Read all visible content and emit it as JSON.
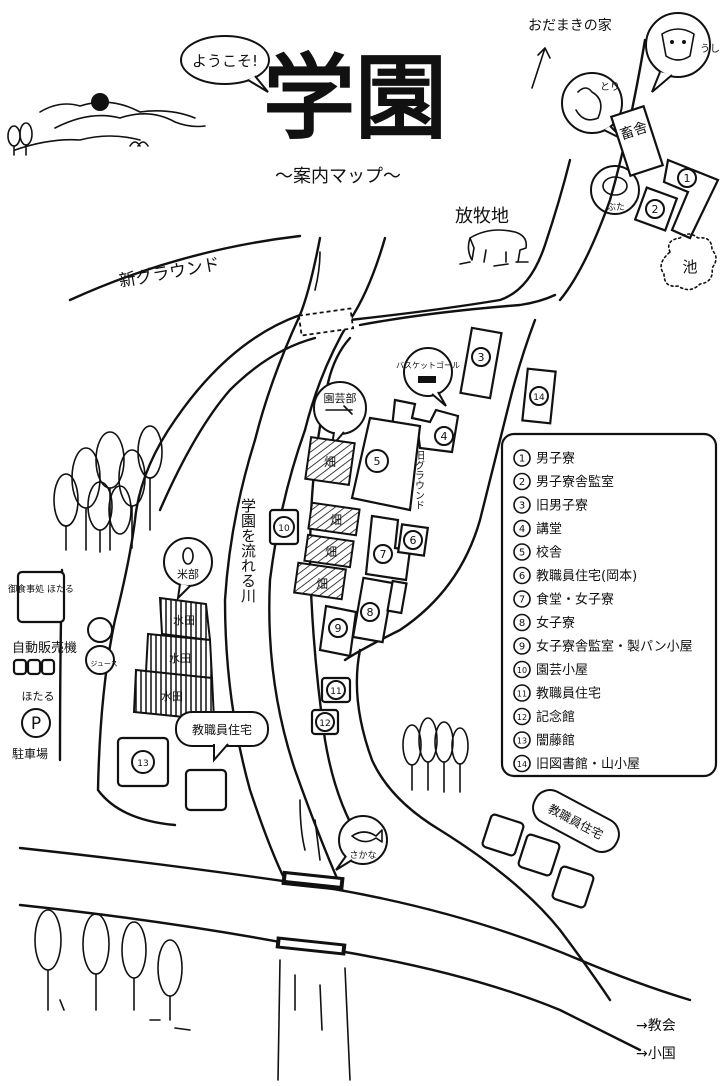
{
  "header": {
    "welcome": "ようこそ!",
    "title": "学園",
    "subtitle": "〜案内マップ〜"
  },
  "places": {
    "odamaki": "おだまきの家",
    "new_ground": "新グラウンド",
    "pasture": "放牧地",
    "barn": "畜舎",
    "pond": "池",
    "cow": "うし",
    "chicken": "とり",
    "pig": "ぶた",
    "river": "学園を流れる川",
    "basketball": "バスケットゴール",
    "gardening": "園芸部",
    "old_ground": "旧グラウンド",
    "field": "畑",
    "rice_club": "米部",
    "paddy": "水田",
    "staff_housing": "教職員住宅",
    "fish": "さかな",
    "shop_hotaru": "御食事処 ほたる",
    "vending": "自動販売機",
    "juice": "ジュース",
    "hotaru_sign": "ほたる",
    "parking_p": "P",
    "parking": "駐車場",
    "church": "→教会",
    "school": "→小国"
  },
  "legend": [
    {
      "num": "1",
      "label": "男子寮"
    },
    {
      "num": "2",
      "label": "男子寮舎監室"
    },
    {
      "num": "3",
      "label": "旧男子寮"
    },
    {
      "num": "4",
      "label": "講堂"
    },
    {
      "num": "5",
      "label": "校舎"
    },
    {
      "num": "6",
      "label": "教職員住宅(岡本)"
    },
    {
      "num": "7",
      "label": "食堂・女子寮"
    },
    {
      "num": "8",
      "label": "女子寮"
    },
    {
      "num": "9",
      "label": "女子寮舎監室・製パン小屋"
    },
    {
      "num": "10",
      "label": "園芸小屋"
    },
    {
      "num": "11",
      "label": "教職員住宅"
    },
    {
      "num": "12",
      "label": "記念館"
    },
    {
      "num": "13",
      "label": "闇藤館"
    },
    {
      "num": "14",
      "label": "旧図書館・山小屋"
    }
  ],
  "markers": [
    "1",
    "2",
    "3",
    "4",
    "5",
    "6",
    "7",
    "8",
    "9",
    "10",
    "11",
    "12",
    "13",
    "14"
  ]
}
